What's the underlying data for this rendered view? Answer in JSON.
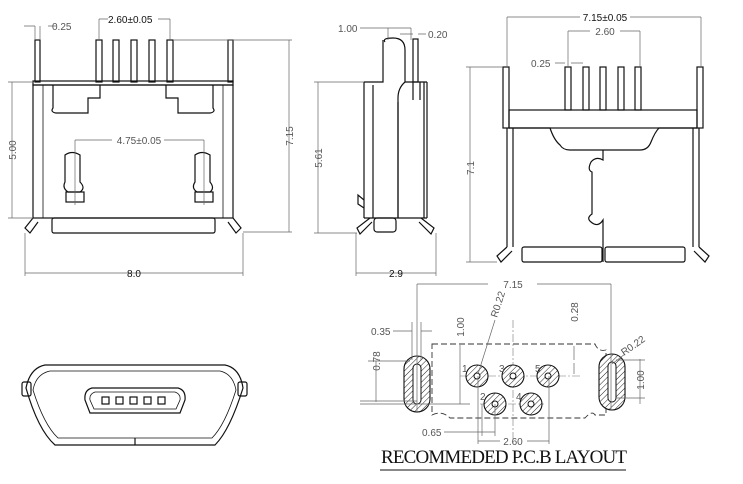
{
  "front_view": {
    "dim_pin_width": "0.25",
    "dim_pin_span": "2.60±0.05",
    "dim_body_height": "5.00",
    "dim_total_height": "7.15",
    "dim_contact_span": "4.75±0.05",
    "dim_width": "8.0"
  },
  "side_view": {
    "dim_offset": "1.00",
    "dim_pin_thickness": "0.20",
    "dim_height": "5.61",
    "dim_depth": "2.9"
  },
  "rear_view": {
    "dim_width": "7.15±0.05",
    "dim_pin_span": "2.60",
    "dim_pin_width": "0.25",
    "dim_height": "7.1"
  },
  "pcb_layout": {
    "title": "RECOMMEDED P.C.B LAYOUT",
    "dim_width": "7.15",
    "dim_slot_width": "0.35",
    "dim_row_gap": "1.00",
    "dim_radius_left": "R0.22",
    "dim_offset": "0.28",
    "dim_radius_right": "R0.22",
    "dim_slot_offset": "0.78",
    "dim_slot_length": "1.00",
    "dim_pad_offset": "0.65",
    "dim_pad_span": "2.60",
    "pin_labels": [
      "1",
      "2",
      "3",
      "4",
      "5"
    ]
  }
}
